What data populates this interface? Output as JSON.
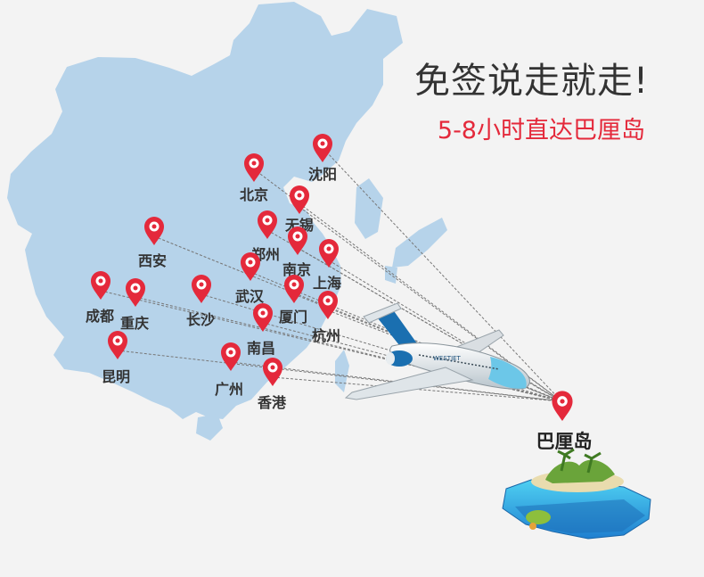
{
  "headline": {
    "title": "免签说走就走!",
    "subtitle": "5-8小时直达巴厘岛"
  },
  "destination": {
    "name": "巴厘岛",
    "pin_color": "#e4293b"
  },
  "colors": {
    "land": "#b6d3ea",
    "background": "#f3f3f3",
    "route": "#777777",
    "pin": "#e4293b"
  },
  "cities": [
    {
      "id": "shenyang",
      "name": "沈阳"
    },
    {
      "id": "beijing",
      "name": "北京"
    },
    {
      "id": "wuxi",
      "name": "无锡"
    },
    {
      "id": "xian",
      "name": "西安"
    },
    {
      "id": "zhengzhou",
      "name": "郑州"
    },
    {
      "id": "nanjing",
      "name": "南京"
    },
    {
      "id": "shanghai",
      "name": "上海"
    },
    {
      "id": "wuhan",
      "name": "武汉"
    },
    {
      "id": "chengdu",
      "name": "成都"
    },
    {
      "id": "chongqing",
      "name": "重庆"
    },
    {
      "id": "changsha",
      "name": "长沙"
    },
    {
      "id": "xiamen",
      "name": "厦门"
    },
    {
      "id": "hangzhou",
      "name": "杭州"
    },
    {
      "id": "nanchang",
      "name": "南昌"
    },
    {
      "id": "kunming",
      "name": "昆明"
    },
    {
      "id": "guangzhou",
      "name": "广州"
    },
    {
      "id": "hongkong",
      "name": "香港"
    }
  ],
  "airplane": {
    "livery_text": "WESTJET"
  }
}
